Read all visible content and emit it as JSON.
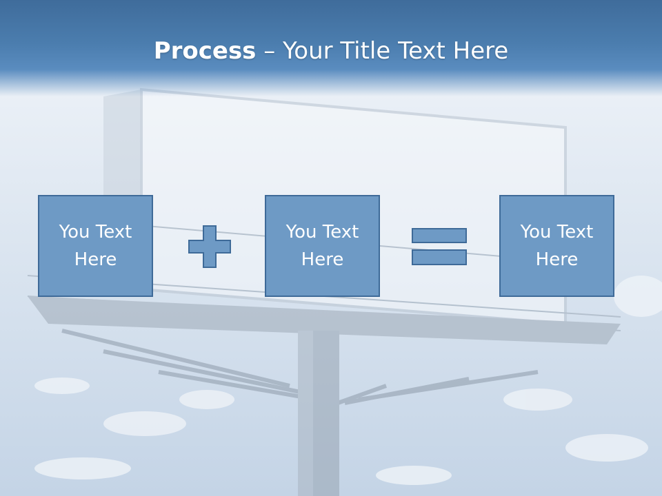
{
  "title": {
    "bold": "Process",
    "rest": " – Your Title Text Here"
  },
  "boxes": [
    {
      "text": "You Text Here"
    },
    {
      "text": "You Text Here"
    },
    {
      "text": "You Text Here"
    }
  ],
  "operators": [
    "plus-icon",
    "equals-icon"
  ],
  "colors": {
    "title_band": "#4b7dae",
    "box_fill": "#6e9ac5",
    "box_border": "#3e6a98",
    "text": "#ffffff"
  }
}
